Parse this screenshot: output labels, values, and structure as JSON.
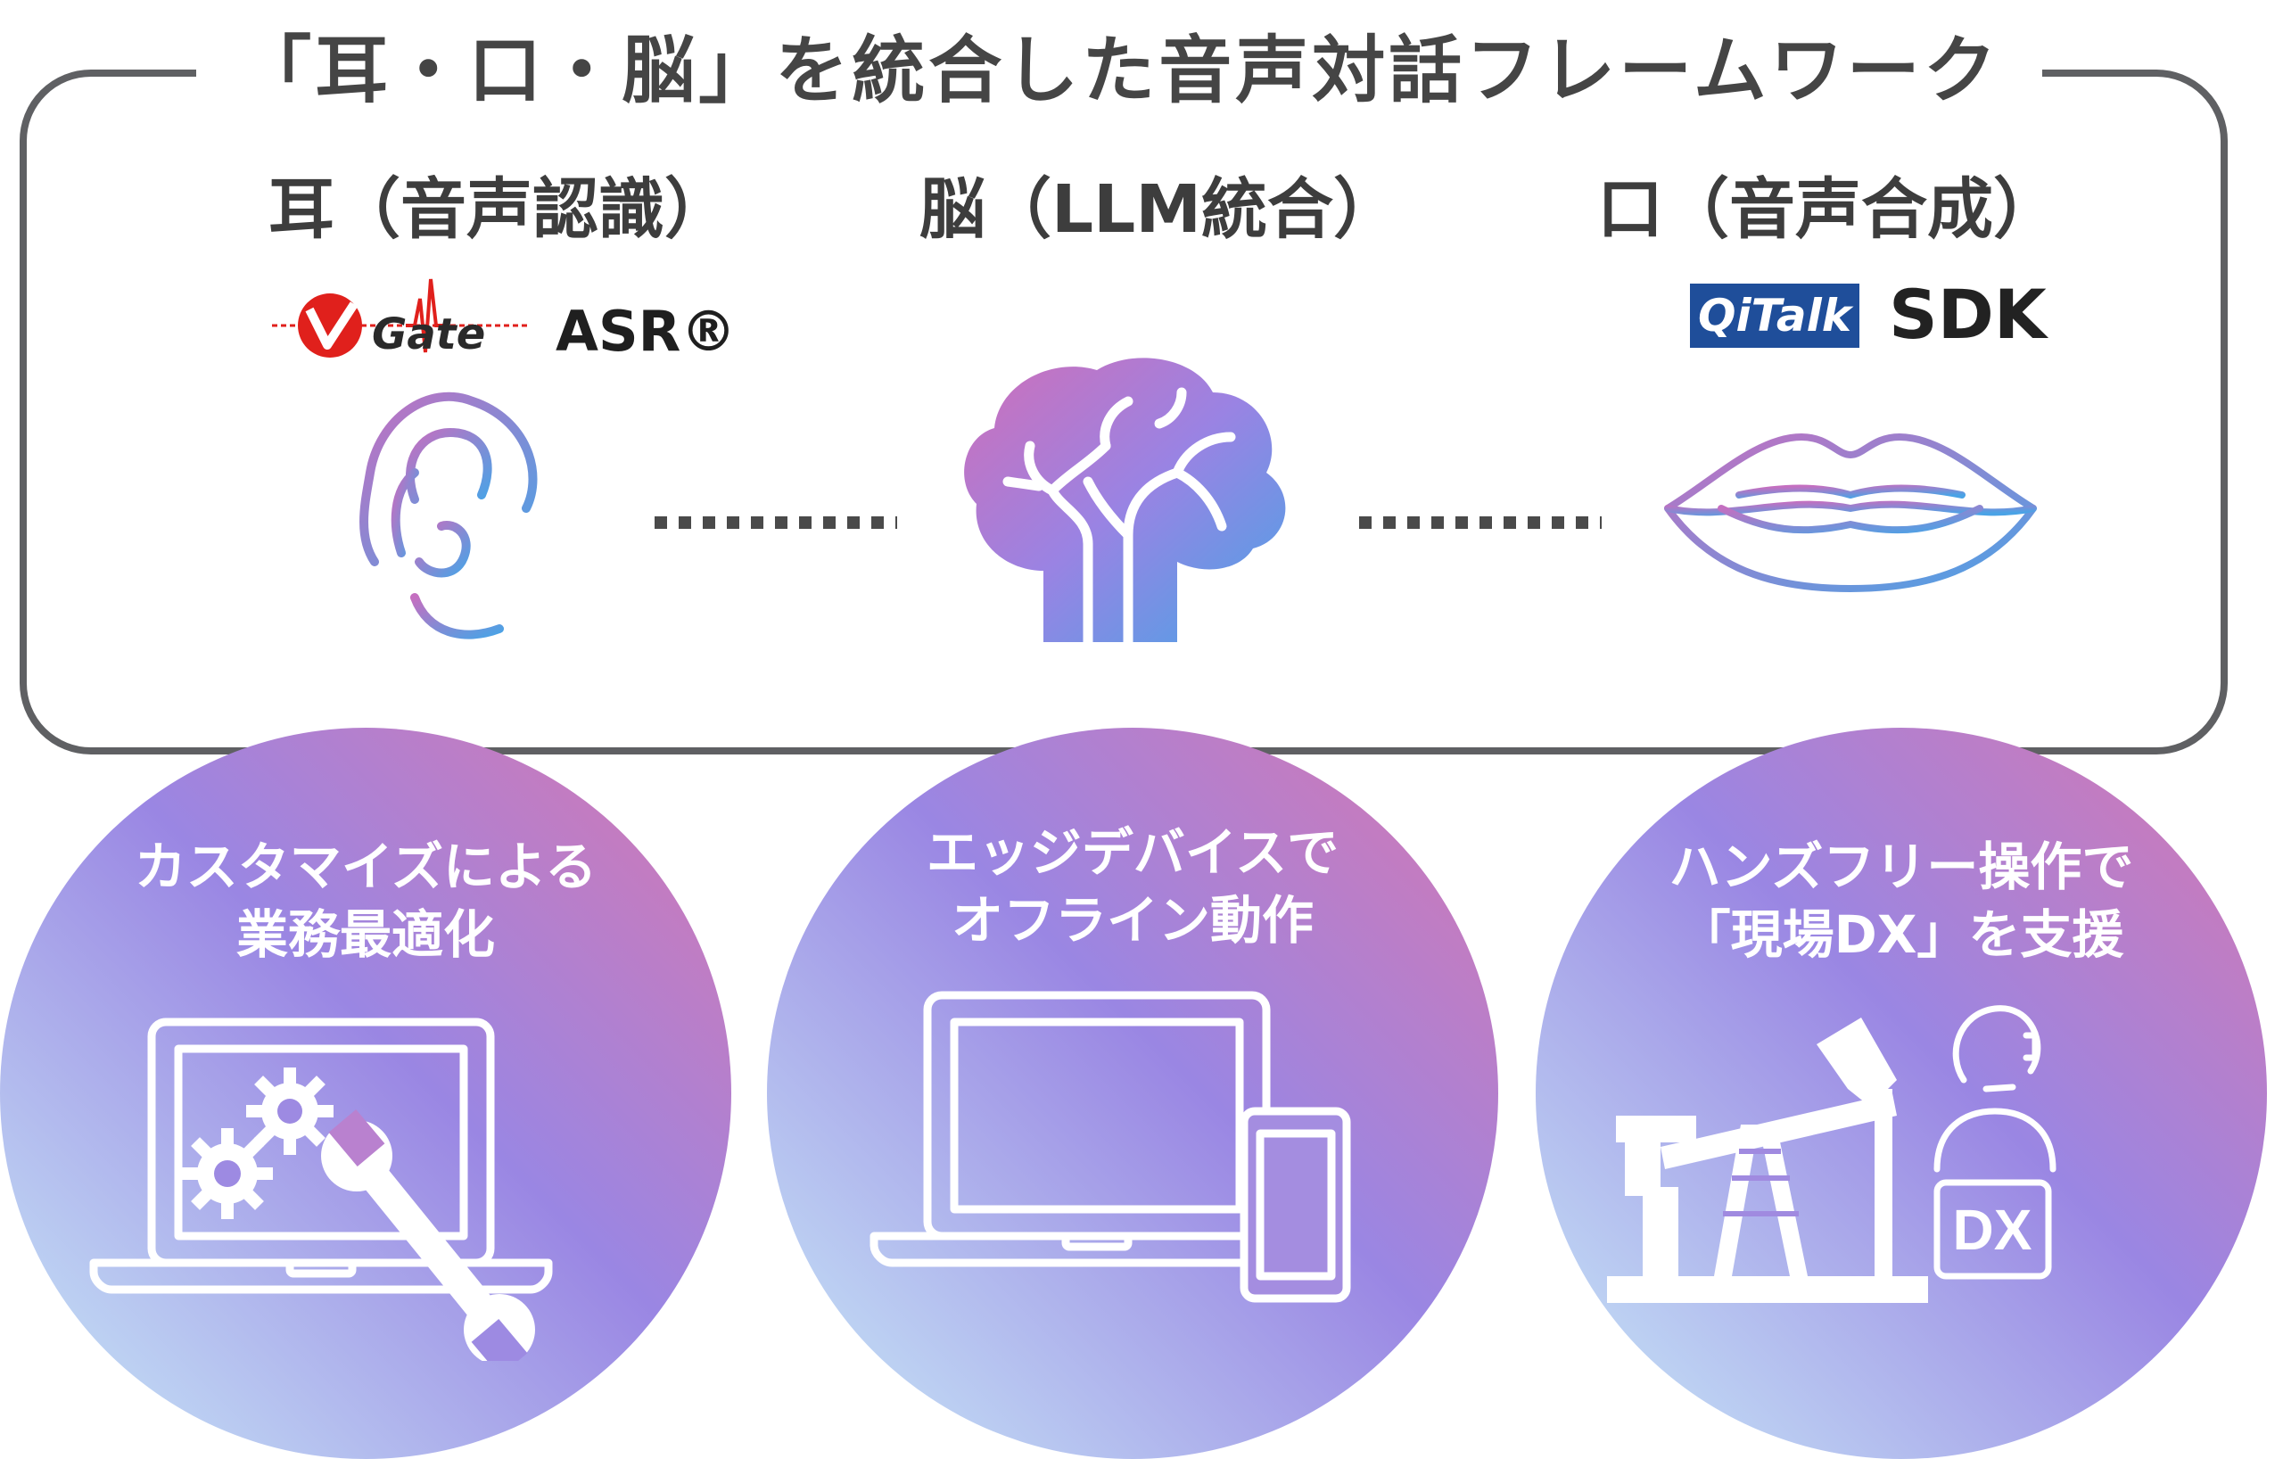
{
  "framework": {
    "title": "「耳・口・脳」を統合した音声対話フレームワーク",
    "columns": [
      {
        "heading": "耳（音声認識）",
        "logo_text": "Gate",
        "logo_suffix": "ASR®",
        "icon": "ear-icon"
      },
      {
        "heading": "脳（LLM統合）",
        "icon": "brain-icon"
      },
      {
        "heading": "口（音声合成）",
        "logo_text": "QiTalk",
        "logo_suffix": "SDK",
        "icon": "lips-icon"
      }
    ]
  },
  "features": [
    {
      "line1": "カスタマイズによる",
      "line2": "業務最適化",
      "icon": "laptop-gears-wrench-icon"
    },
    {
      "line1": "エッジデバイスで",
      "line2": "オフライン動作",
      "icon": "laptop-smartphone-icon"
    },
    {
      "line1": "ハンズフリー操作で",
      "line2": "「現場DX」を支援",
      "icon": "pumpjack-operator-dx-icon",
      "badge": "DX"
    }
  ],
  "colors": {
    "frame": "#5f6063",
    "icon_gradient_start": "#c46fc0",
    "icon_gradient_end": "#4aa3e6",
    "circle_gradient": [
      "#d777b0",
      "#9a86e3",
      "#c9ecf8"
    ],
    "qitalk_blue": "#1f4e9a",
    "vgate_red": "#e0201c"
  }
}
